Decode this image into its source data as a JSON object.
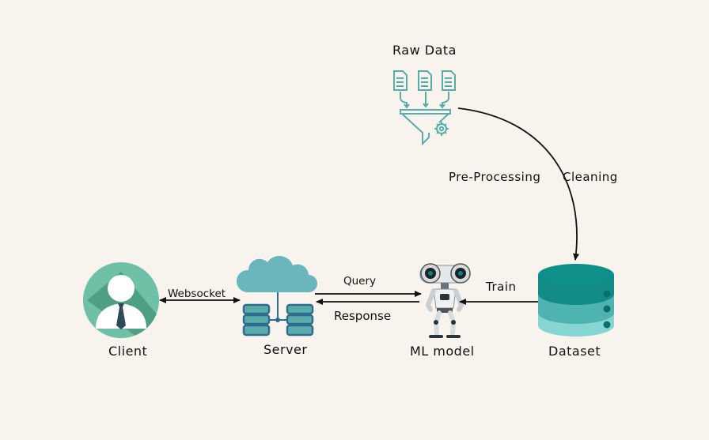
{
  "nodes": {
    "raw_data": "Raw Data",
    "client": "Client",
    "server": "Server",
    "ml_model": "ML model",
    "dataset": "Dataset"
  },
  "edges": {
    "websocket": "Websocket",
    "query": "Query",
    "response": "Response",
    "train": "Train",
    "pre_processing": "Pre-Processing",
    "cleaning": "Cleaning"
  },
  "colors": {
    "background": "#f8f3ec",
    "teal": "#5aacaa",
    "teal_dark": "#128a86",
    "teal_mid": "#4fb3b0",
    "teal_light": "#86d6d4",
    "server_blue": "#2f6d8f",
    "client_green": "#6ec0a6"
  }
}
